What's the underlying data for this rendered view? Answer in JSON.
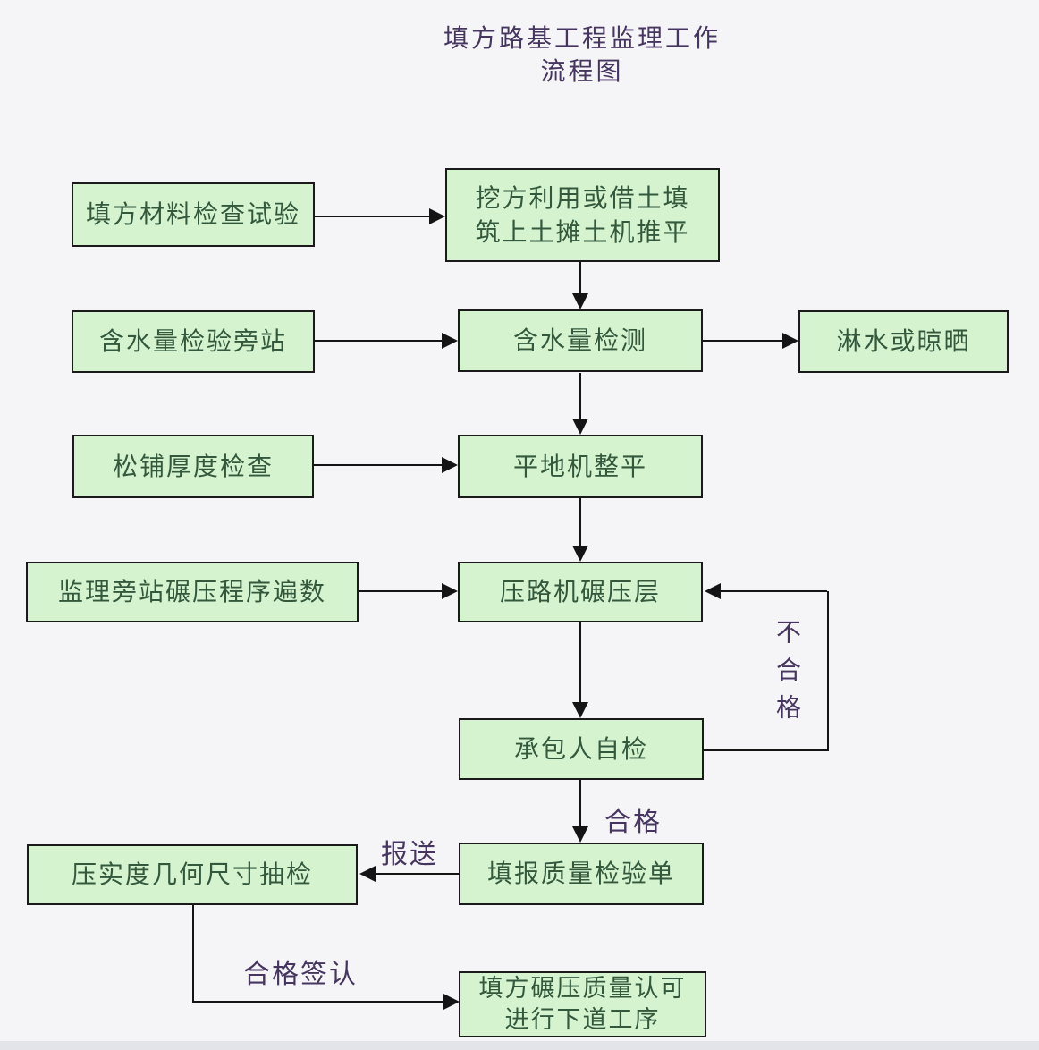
{
  "title": {
    "line1": "填方路基工程监理工作",
    "line2": "流程图"
  },
  "nodes": {
    "fill_material_test": {
      "label": "填方材料检查试验"
    },
    "excavation_fill": {
      "line1": "挖方利用或借土填",
      "line2": "筑上土摊土机推平"
    },
    "water_content_witness": {
      "label": "含水量检验旁站"
    },
    "water_content_test": {
      "label": "含水量检测"
    },
    "sprinkle_or_dry": {
      "label": "淋水或晾晒"
    },
    "loose_thickness_check": {
      "label": "松铺厚度检查"
    },
    "grader_leveling": {
      "label": "平地机整平"
    },
    "rolling_passes_witness": {
      "label": "监理旁站碾压程序遍数"
    },
    "roller_compaction": {
      "label": "压路机碾压层"
    },
    "contractor_self_check": {
      "label": "承包人自检"
    },
    "quality_inspection_form": {
      "label": "填报质量检验单"
    },
    "compaction_spot_check": {
      "label": "压实度几何尺寸抽检"
    },
    "quality_approval": {
      "line1": "填方碾压质量认可",
      "line2": "进行下道工序"
    }
  },
  "edge_labels": {
    "fail": "不合格",
    "pass": "合格",
    "submit": "报送",
    "pass_signoff": "合格签认"
  },
  "colors": {
    "background": "#f5f5f8",
    "node_fill": "#d5f3cf",
    "node_border": "#1a1a1a",
    "node_text": "#33583c",
    "label_text": "#46365f",
    "line": "#141414"
  }
}
